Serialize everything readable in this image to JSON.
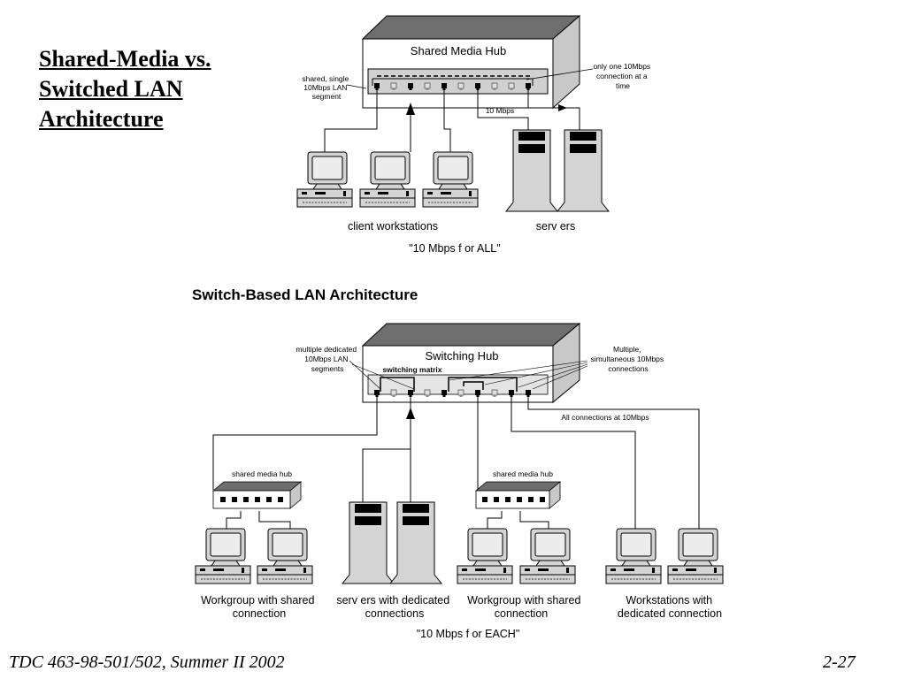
{
  "slide": {
    "title_lines": [
      "Shared-Media vs.",
      "Switched LAN",
      "Architecture"
    ],
    "footer_left": "TDC 463-98-501/502, Summer II 2002",
    "footer_right": "2-27"
  },
  "top_diagram": {
    "hub_label": "Shared Media Hub",
    "note_left_lines": [
      "shared, single",
      "10Mbps LAN",
      "segment"
    ],
    "note_right_lines": [
      "only one 10Mbps",
      "connection at a",
      "time"
    ],
    "speed_label": "10 Mbps",
    "clients_label": "client workstations",
    "servers_label": "serv ers",
    "caption": "\"10 Mbps f or ALL\""
  },
  "bottom_diagram": {
    "section_title": "Switch-Based LAN Architecture",
    "hub_label": "Switching Hub",
    "matrix_label": "switching matrix",
    "note_left_lines": [
      "multiple dedicated",
      "10Mbps LAN",
      "segments"
    ],
    "note_right_lines": [
      "Multiple,",
      "simultaneous 10Mbps",
      "connections"
    ],
    "all_connections": "All connections at 10Mbps",
    "small_hub_label_1": "shared media hub",
    "small_hub_label_2": "shared media hub",
    "group1_lines": [
      "Workgroup with shared",
      "connection"
    ],
    "group2_lines": [
      "serv ers with dedicated",
      "connections"
    ],
    "group3_lines": [
      "Workgroup with shared",
      "connection"
    ],
    "group4_lines": [
      "Workstations with",
      "dedicated connection"
    ],
    "caption": "\"10 Mbps f or EACH\""
  },
  "colors": {
    "hub_top": "#6e6e6e",
    "hub_side": "#c8c8c8",
    "device_fill": "#d4d4d4",
    "screen_fill": "#ececec",
    "port_dark": "#000000"
  }
}
